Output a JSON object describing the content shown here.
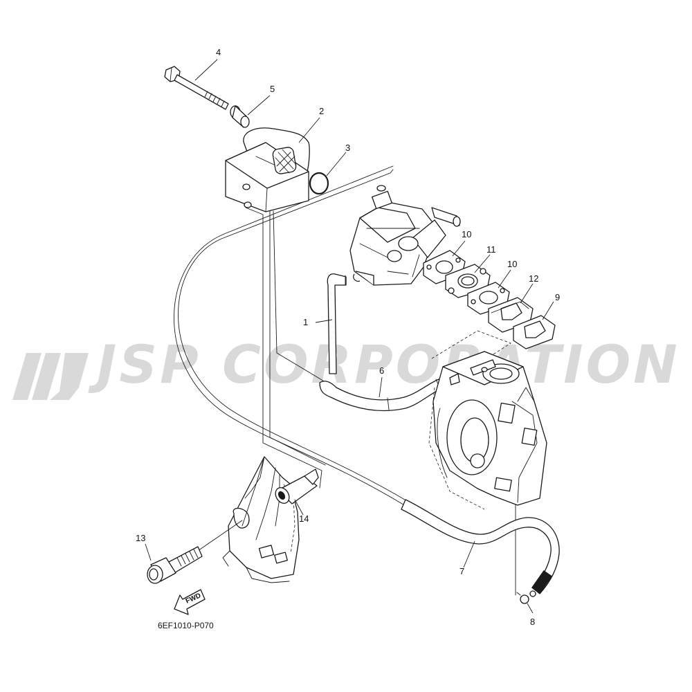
{
  "diagram": {
    "code": "6EF1010-P070",
    "watermark": "JSP CORPORATION",
    "direction_label": "FWD",
    "callouts": [
      {
        "id": "c1",
        "label": "1"
      },
      {
        "id": "c2",
        "label": "2"
      },
      {
        "id": "c3",
        "label": "3"
      },
      {
        "id": "c4",
        "label": "4"
      },
      {
        "id": "c5",
        "label": "5"
      },
      {
        "id": "c6",
        "label": "6"
      },
      {
        "id": "c7",
        "label": "7"
      },
      {
        "id": "c8",
        "label": "8"
      },
      {
        "id": "c9",
        "label": "9"
      },
      {
        "id": "c10a",
        "label": "10"
      },
      {
        "id": "c10b",
        "label": "10"
      },
      {
        "id": "c11",
        "label": "11"
      },
      {
        "id": "c12",
        "label": "12"
      },
      {
        "id": "c13",
        "label": "13"
      },
      {
        "id": "c14",
        "label": "14"
      }
    ]
  },
  "colors": {
    "line": "#1a1a1a",
    "background": "#ffffff",
    "watermark": "#d9d9d9"
  }
}
